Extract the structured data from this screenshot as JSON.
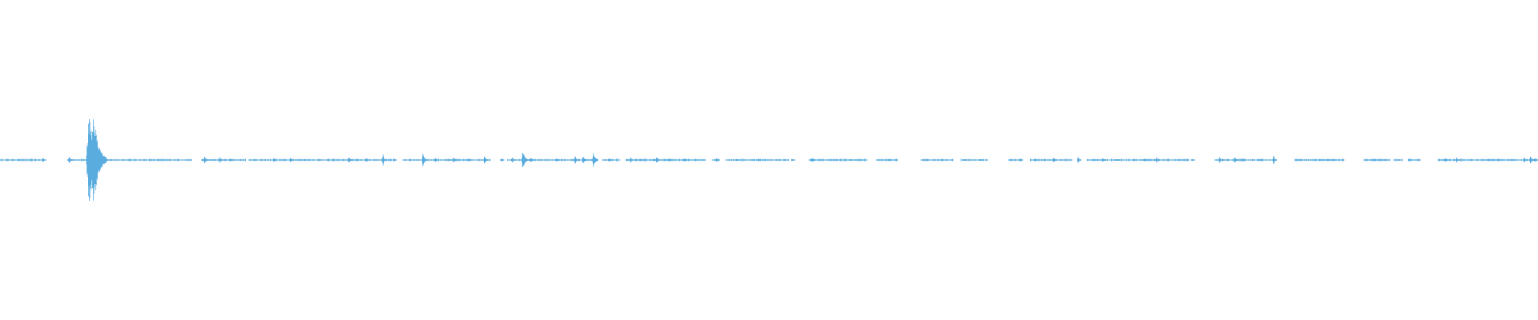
{
  "waveform": {
    "color": "#5aacdf",
    "background": "#ffffff",
    "segments": [
      [
        0.0,
        0.028
      ],
      [
        0.044,
        0.125
      ],
      [
        0.131,
        0.16
      ],
      [
        0.162,
        0.255
      ],
      [
        0.262,
        0.319
      ],
      [
        0.33,
        0.389
      ],
      [
        0.392,
        0.403
      ],
      [
        0.407,
        0.459
      ],
      [
        0.463,
        0.468
      ],
      [
        0.472,
        0.513
      ],
      [
        0.526,
        0.564
      ],
      [
        0.57,
        0.584
      ],
      [
        0.599,
        0.62
      ],
      [
        0.625,
        0.642
      ],
      [
        0.656,
        0.665
      ],
      [
        0.67,
        0.697
      ],
      [
        0.707,
        0.773
      ],
      [
        0.79,
        0.83
      ],
      [
        0.842,
        0.874
      ],
      [
        0.887,
        0.904
      ],
      [
        0.906,
        0.912
      ],
      [
        0.916,
        0.924
      ],
      [
        0.935,
        0.97
      ],
      [
        0.97,
        1.0
      ]
    ],
    "bursts": [
      {
        "x": 0.012,
        "a": 0.04
      },
      {
        "x": 0.028,
        "a": 0.05
      },
      {
        "x": 0.045,
        "a": 0.09
      },
      {
        "x": 0.058,
        "a": 1.0
      },
      {
        "x": 0.061,
        "a": 1.0
      },
      {
        "x": 0.069,
        "a": 0.03
      },
      {
        "x": 0.133,
        "a": 0.09
      },
      {
        "x": 0.143,
        "a": 0.08
      },
      {
        "x": 0.15,
        "a": 0.04
      },
      {
        "x": 0.178,
        "a": 0.05
      },
      {
        "x": 0.189,
        "a": 0.06
      },
      {
        "x": 0.198,
        "a": 0.03
      },
      {
        "x": 0.227,
        "a": 0.08
      },
      {
        "x": 0.238,
        "a": 0.05
      },
      {
        "x": 0.249,
        "a": 0.11
      },
      {
        "x": 0.256,
        "a": 0.05
      },
      {
        "x": 0.275,
        "a": 0.15
      },
      {
        "x": 0.283,
        "a": 0.06
      },
      {
        "x": 0.295,
        "a": 0.08
      },
      {
        "x": 0.305,
        "a": 0.05
      },
      {
        "x": 0.315,
        "a": 0.1
      },
      {
        "x": 0.326,
        "a": 0.05
      },
      {
        "x": 0.333,
        "a": 0.07
      },
      {
        "x": 0.34,
        "a": 0.22
      },
      {
        "x": 0.345,
        "a": 0.07
      },
      {
        "x": 0.362,
        "a": 0.05
      },
      {
        "x": 0.374,
        "a": 0.1
      },
      {
        "x": 0.379,
        "a": 0.1
      },
      {
        "x": 0.386,
        "a": 0.17
      },
      {
        "x": 0.396,
        "a": 0.05
      },
      {
        "x": 0.41,
        "a": 0.06
      },
      {
        "x": 0.416,
        "a": 0.04
      },
      {
        "x": 0.425,
        "a": 0.05
      },
      {
        "x": 0.427,
        "a": 0.08
      },
      {
        "x": 0.435,
        "a": 0.05
      },
      {
        "x": 0.445,
        "a": 0.05
      },
      {
        "x": 0.452,
        "a": 0.04
      },
      {
        "x": 0.466,
        "a": 0.05
      },
      {
        "x": 0.479,
        "a": 0.03
      },
      {
        "x": 0.493,
        "a": 0.04
      },
      {
        "x": 0.515,
        "a": 0.03
      },
      {
        "x": 0.528,
        "a": 0.07
      },
      {
        "x": 0.542,
        "a": 0.03
      },
      {
        "x": 0.559,
        "a": 0.03
      },
      {
        "x": 0.578,
        "a": 0.04
      },
      {
        "x": 0.602,
        "a": 0.03
      },
      {
        "x": 0.612,
        "a": 0.03
      },
      {
        "x": 0.627,
        "a": 0.03
      },
      {
        "x": 0.637,
        "a": 0.03
      },
      {
        "x": 0.663,
        "a": 0.04
      },
      {
        "x": 0.673,
        "a": 0.04
      },
      {
        "x": 0.685,
        "a": 0.08
      },
      {
        "x": 0.701,
        "a": 0.07
      },
      {
        "x": 0.711,
        "a": 0.03
      },
      {
        "x": 0.717,
        "a": 0.05
      },
      {
        "x": 0.726,
        "a": 0.03
      },
      {
        "x": 0.737,
        "a": 0.04
      },
      {
        "x": 0.744,
        "a": 0.04
      },
      {
        "x": 0.752,
        "a": 0.06
      },
      {
        "x": 0.775,
        "a": 0.03
      },
      {
        "x": 0.793,
        "a": 0.07
      },
      {
        "x": 0.803,
        "a": 0.08
      },
      {
        "x": 0.808,
        "a": 0.04
      },
      {
        "x": 0.818,
        "a": 0.03
      },
      {
        "x": 0.828,
        "a": 0.1
      },
      {
        "x": 0.845,
        "a": 0.03
      },
      {
        "x": 0.858,
        "a": 0.03
      },
      {
        "x": 0.862,
        "a": 0.03
      },
      {
        "x": 0.867,
        "a": 0.03
      },
      {
        "x": 0.893,
        "a": 0.03
      },
      {
        "x": 0.897,
        "a": 0.04
      },
      {
        "x": 0.916,
        "a": 0.03
      },
      {
        "x": 0.94,
        "a": 0.07
      },
      {
        "x": 0.947,
        "a": 0.06
      },
      {
        "x": 0.956,
        "a": 0.03
      },
      {
        "x": 0.968,
        "a": 0.04
      },
      {
        "x": 0.974,
        "a": 0.04
      },
      {
        "x": 0.991,
        "a": 0.08
      },
      {
        "x": 0.995,
        "a": 0.1
      },
      {
        "x": 0.998,
        "a": 0.05
      }
    ]
  }
}
